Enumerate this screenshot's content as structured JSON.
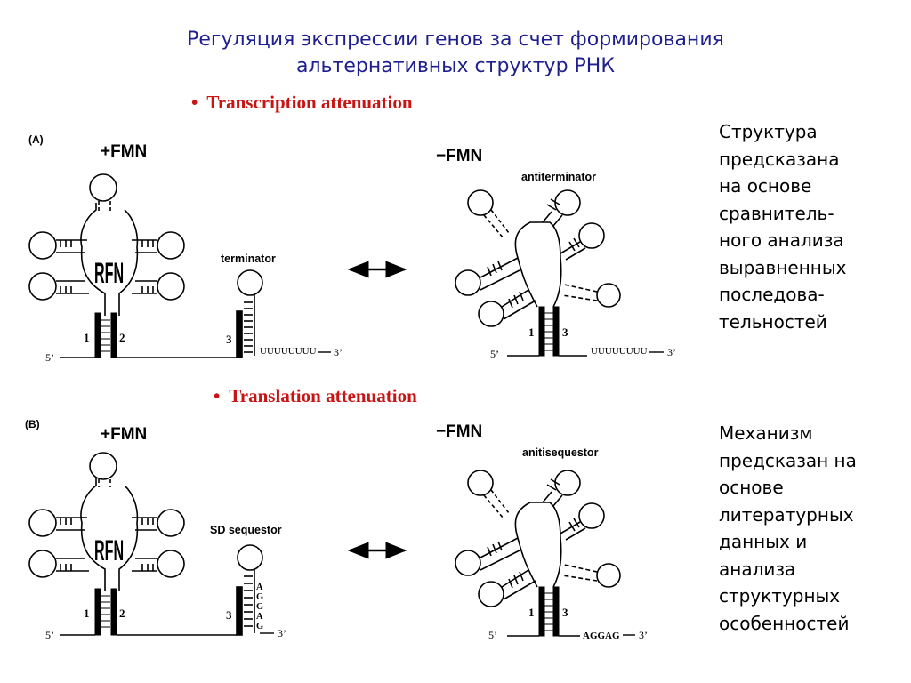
{
  "title": {
    "line1": "Регуляция экспрессии генов за счет формирования",
    "line2": "альтернативных структур РНК"
  },
  "colors": {
    "title": "#1f1f8f",
    "section_heading": "#c81414"
  },
  "sections": [
    {
      "bullet": "•",
      "heading": "Transcription attenuation",
      "panel_letter": "(A)",
      "plus_label": "+FMN",
      "minus_label": "−FMN",
      "rfn_label": "RFN",
      "left_structure_label": "terminator",
      "right_structure_label": "antiterminator",
      "stem_numbers": [
        "1",
        "2",
        "3"
      ],
      "end5": "5’",
      "end3": "3’",
      "tail": "UUUUUUUU",
      "note_lines": [
        "Структура",
        "предсказана",
        "на основе",
        "сравнитель-",
        "ного анализа",
        "выравненных",
        "последова-",
        "тельностей"
      ]
    },
    {
      "bullet": "•",
      "heading": "Translation attenuation",
      "panel_letter": "(B)",
      "plus_label": "+FMN",
      "minus_label": "−FMN",
      "rfn_label": "RFN",
      "left_structure_label": "SD sequestor",
      "right_structure_label": "anitisequestor",
      "stem_numbers": [
        "1",
        "2",
        "3"
      ],
      "end5": "5’",
      "end3": "3’",
      "sd_letters": [
        "A",
        "G",
        "G",
        "A",
        "G"
      ],
      "sd_tail": "AGGAG",
      "note_lines": [
        "Механизм",
        "предсказан на",
        "основе",
        "литературных",
        "данных и",
        "анализа",
        "структурных",
        "особенностей"
      ]
    }
  ]
}
